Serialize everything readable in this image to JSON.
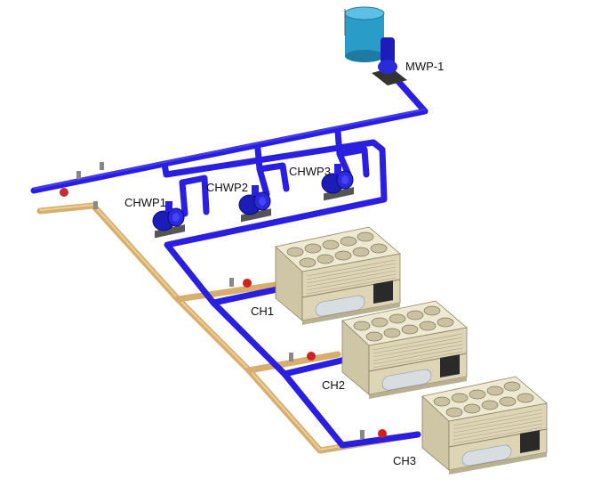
{
  "labels": {
    "makeup_pump": "MWP-1",
    "pump1": "CHWP1",
    "pump2": "CHWP2",
    "pump3": "CHWP3",
    "chiller1": "CH1",
    "chiller2": "CH2",
    "chiller3": "CH3"
  },
  "colors": {
    "chilled_water_pipe": "#2a1fe0",
    "condenser_pipe": "#d6ae6e",
    "chiller_body": "#e6dfc2",
    "tank": "#2a9cc8",
    "valve_red": "#d02020"
  }
}
